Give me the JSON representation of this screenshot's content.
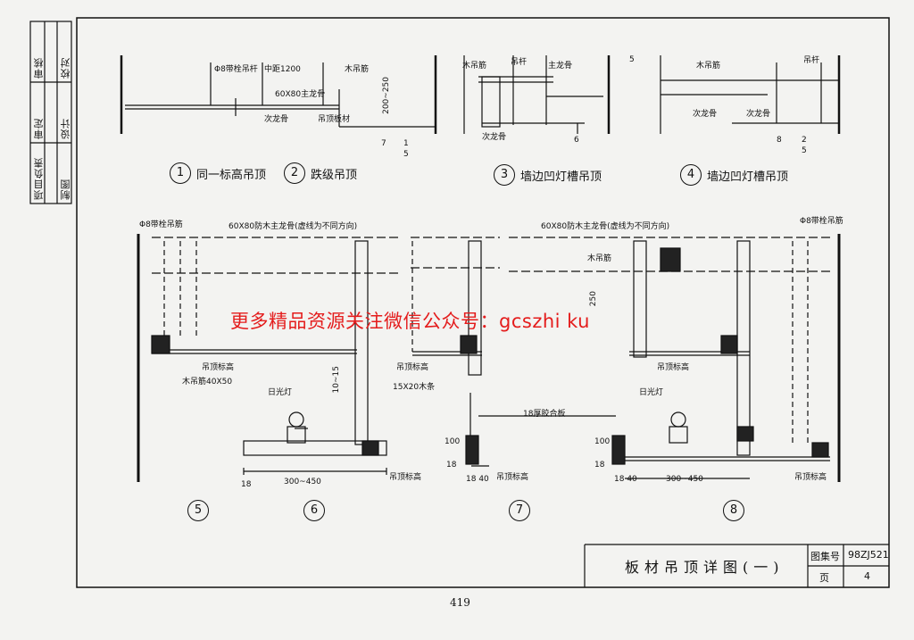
{
  "side_labels": [
    "校对",
    "设计",
    "制图"
  ],
  "side_roles": [
    "审核",
    "审定",
    "项目负责"
  ],
  "captions": {
    "d1": "同一标高吊顶",
    "d2": "跌级吊顶",
    "d3": "墙边凹灯槽吊顶",
    "d4": "墙边凹灯槽吊顶"
  },
  "detail_numbers": [
    "1",
    "2",
    "3",
    "4",
    "5",
    "6",
    "7",
    "8"
  ],
  "labels": {
    "rod_8": "Φ8带栓吊杆",
    "spacing_1200": "中距1200",
    "wood_hanger_top": "木吊筋",
    "main_keel_60x80": "60X80主龙骨",
    "dim_200_250": "200~250",
    "secondary_keel": "次龙骨",
    "ceiling_board": "吊顶板材",
    "wood_hanger_3": "木吊筋",
    "rod_3": "吊杆",
    "main_keel_3": "主龙骨",
    "secondary_keel_3": "次龙骨",
    "wood_hanger_4": "木吊筋",
    "rod_4": "吊杆",
    "secondary_keel_4a": "次龙骨",
    "secondary_keel_4b": "次龙骨",
    "rod_8_left": "Φ8带栓吊筋",
    "main_keel_fire_left": "60X80防木主龙骨(虚线为不同方向)",
    "main_keel_fire_right": "60X80防木主龙骨(虚线为不同方向)",
    "rod_8_right": "Φ8带栓吊筋",
    "wood_hanger_right": "木吊筋",
    "ceiling_level_5": "吊顶标高",
    "wood_hanger_40x50": "木吊筋40X50",
    "dim_10_15": "10~15",
    "lamp_6": "日光灯",
    "ceiling_level_6": "吊顶标高",
    "ceiling_level_7": "吊顶标高",
    "strip_15x20": "15X20木条",
    "plywood_18": "18厚胶合板",
    "dim_250": "250",
    "ceiling_level_8a": "吊顶标高",
    "lamp_8": "日光灯",
    "ceiling_level_8b": "吊顶标高",
    "dim_300_450_6": "300~450",
    "dim_300_450_8": "300~450",
    "dim_18_6": "18",
    "dim_100_7": "100",
    "dim_18_7": "18",
    "dim_18_40_7": "18 40",
    "dim_100_8": "100",
    "dim_18_8": "18",
    "dim_18_40_8": "18 40",
    "sec_7": "7",
    "sec_1": "1",
    "sec_5a": "5",
    "sec_5b": "5",
    "sec_6": "6",
    "sec_8": "8",
    "sec_2": "2",
    "sec_5c": "5"
  },
  "watermark": "更多精品资源关注微信公众号：gcszhi ku",
  "title_block": {
    "title": "板材吊顶详图(一)",
    "atlas_label": "图集号",
    "atlas_value": "98ZJ521",
    "page_label": "页",
    "page_value": "4"
  },
  "page_number": "419"
}
